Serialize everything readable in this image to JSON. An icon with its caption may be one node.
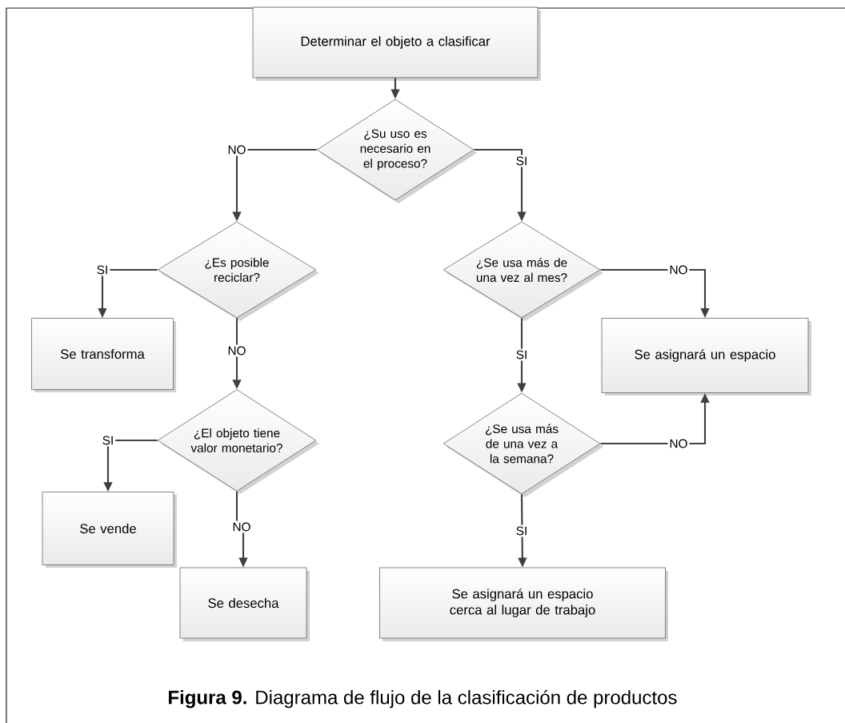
{
  "diagram": {
    "caption": "**Figura 9.** Diagrama de flujo de la clasificación de productos",
    "nodes": [
      {
        "text": [
          "Determinar el objeto a clasificar"
        ]
      },
      {
        "text": [
          "¿Su uso es necesario en el proceso?"
        ]
      },
      {
        "text": [
          "¿Es posible reciclar?"
        ]
      },
      {
        "text": [
          "Se transforma"
        ]
      },
      {
        "text": [
          "¿El objeto tiene valor monetario?"
        ]
      },
      {
        "text": [
          "Se vende"
        ]
      },
      {
        "text": [
          "Se desecha"
        ]
      },
      {
        "text": [
          "¿Se usa más de una vez al mes?"
        ]
      },
      {
        "text": [
          "Se asignará un espacio"
        ]
      },
      {
        "text": [
          "¿Se usa más de una vez a la semana?"
        ]
      },
      {
        "text": [
          "Se asignará un espacio cerca al lugar de trabajo"
        ]
      }
    ],
    "edges": [
      {
        "from": 0,
        "to": 1,
        "arrow": "to"
      },
      {
        "from": 1,
        "to": 2,
        "arrow": "to",
        "label": "NO"
      },
      {
        "from": 1,
        "to": 7,
        "arrow": "to",
        "label": "SI"
      },
      {
        "from": 2,
        "to": 3,
        "arrow": "to",
        "label": "SI"
      },
      {
        "from": 2,
        "to": 4,
        "arrow": "to",
        "label": "NO"
      },
      {
        "from": 4,
        "to": 5,
        "arrow": "to",
        "label": "SI"
      },
      {
        "from": 4,
        "to": 6,
        "arrow": "to",
        "label": "NO"
      },
      {
        "from": 7,
        "to": 9,
        "arrow": "to",
        "label": "SI"
      },
      {
        "from": 7,
        "to": 8,
        "arrow": "to",
        "label": "NO"
      },
      {
        "from": 9,
        "to": 8,
        "arrow": "to",
        "label": "NO"
      },
      {
        "from": 9,
        "to": 10,
        "arrow": "to",
        "label": "SI"
      }
    ]
  }
}
